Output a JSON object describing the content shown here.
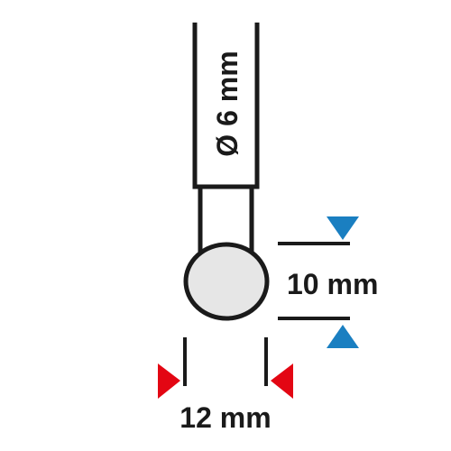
{
  "diagram": {
    "shank_label": "Ø 6 mm",
    "head_height_label": "10 mm",
    "head_width_label": "12 mm"
  },
  "colors": {
    "line": "#1a1a1a",
    "ball_fill": "#e6e6e6",
    "arrow_blue": "#1a7fc1",
    "arrow_red": "#e30613"
  }
}
